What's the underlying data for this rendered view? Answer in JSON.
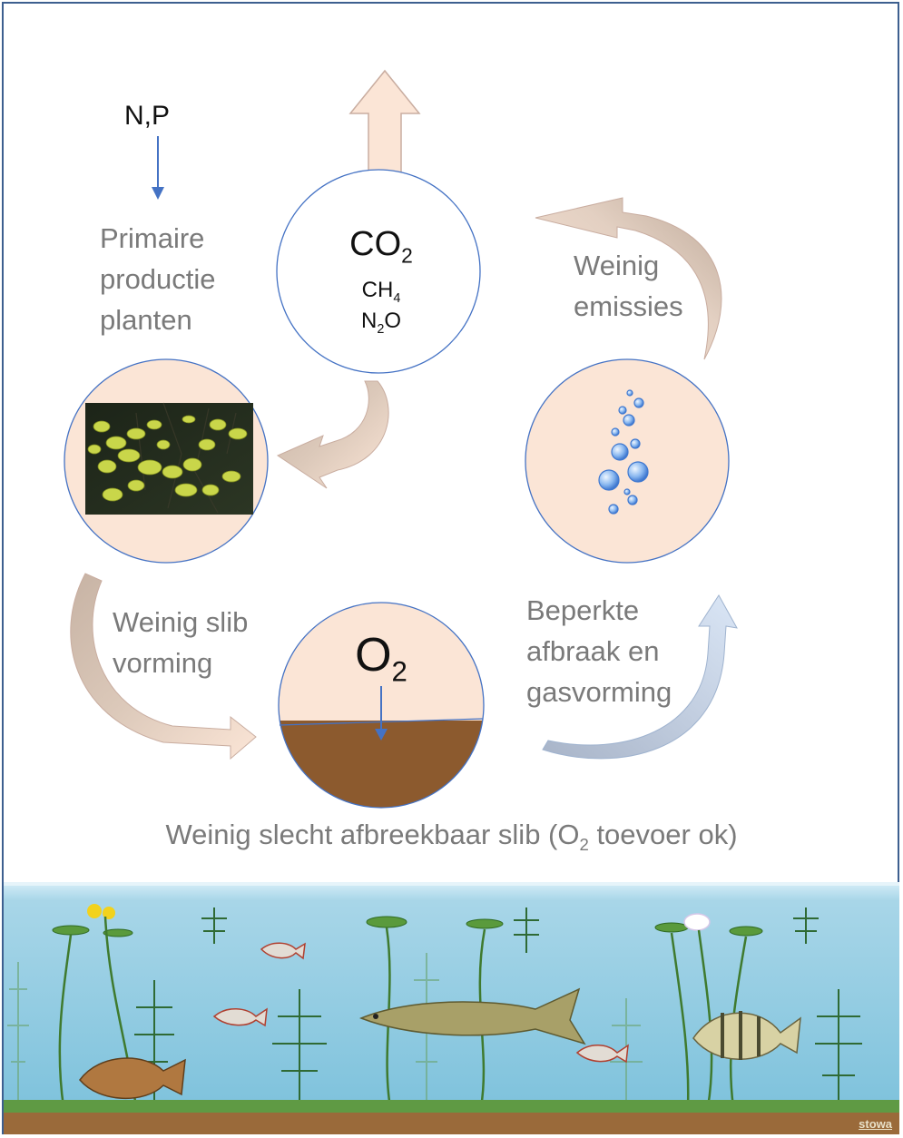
{
  "nutrients": "N,P",
  "labels": {
    "primary_production": [
      "Primaire",
      "productie",
      "planten"
    ],
    "emissions": [
      "Weinig",
      "emissies"
    ],
    "sludge_formation": [
      "Weinig slib",
      "vorming"
    ],
    "breakdown": [
      "Beperkte",
      "afbraak en",
      "gasvorming"
    ]
  },
  "gases": {
    "co2_base": "CO",
    "co2_sub": "2",
    "ch4_base": "CH",
    "ch4_sub": "4",
    "n2o_pre": "N",
    "n2o_sub": "2",
    "n2o_post": "O",
    "o2_base": "O",
    "o2_sub": "2"
  },
  "caption": {
    "pre": "Weinig slecht afbreekbaar slib (O",
    "sub": "2",
    "post": " toevoer ok)"
  },
  "logo": "stowa",
  "colors": {
    "peach": "#fbe5d6",
    "circle_stroke": "#4472c4",
    "arrow_brown": "#c8b4a4",
    "arrow_blue": "#c8d8ee",
    "sediment": "#8c5a2e",
    "water": "#8fcbe0"
  }
}
